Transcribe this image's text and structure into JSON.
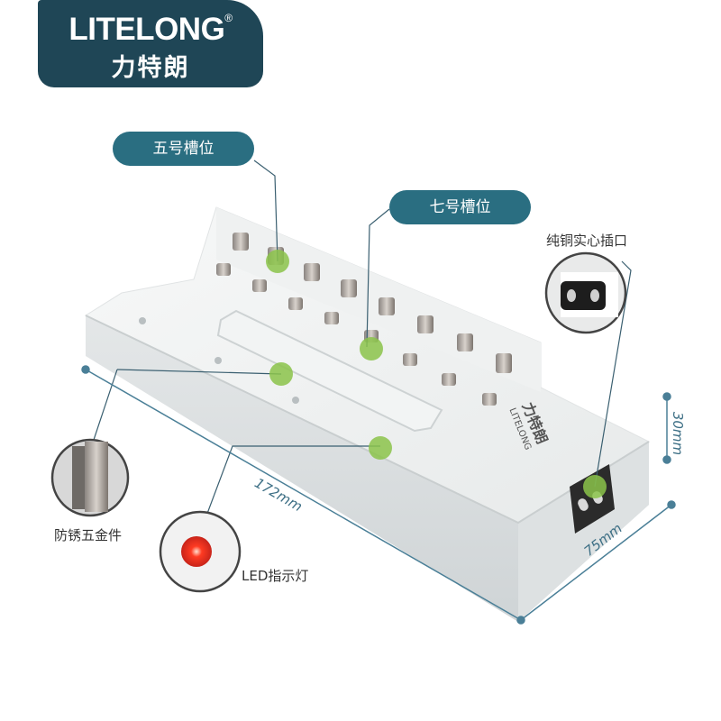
{
  "brand": {
    "name_en": "LITELONG",
    "reg_mark": "®",
    "name_zh": "力特朗"
  },
  "labels": {
    "aa_slot": "五号槽位",
    "aaa_slot": "七号槽位",
    "copper_socket": "纯铜实心插口",
    "hardware": "防锈五金件",
    "led": "LED指示灯"
  },
  "dimensions": {
    "length": "172mm",
    "width": "75mm",
    "height": "30mm"
  },
  "charger_print": {
    "brand_zh": "力特朗",
    "brand_en": "LITELONG"
  },
  "colors": {
    "logo_bg": "#1f4656",
    "pill_bg": "#2a6e81",
    "marker": "#8bc34a",
    "dim_line": "#4a7f97",
    "led": "#ff2a1a"
  }
}
